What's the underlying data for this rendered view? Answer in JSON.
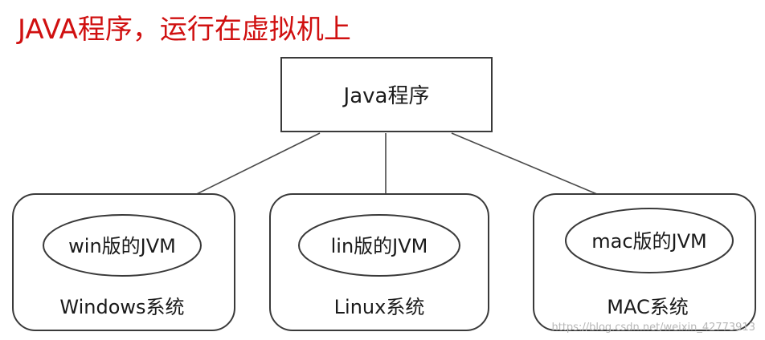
{
  "heading": {
    "text": "JAVA程序，运行在虚拟机上",
    "color": "#d01010"
  },
  "program": {
    "label": "Java程序"
  },
  "systems": [
    {
      "jvm_label": "win版的JVM",
      "os_label": "Windows系统"
    },
    {
      "jvm_label": "lin版的JVM",
      "os_label": "Linux系统"
    },
    {
      "jvm_label": "mac版的JVM",
      "os_label": "MAC系统"
    }
  ],
  "watermark": {
    "text": "https://blog.csdn.net/weixin_42773913"
  }
}
